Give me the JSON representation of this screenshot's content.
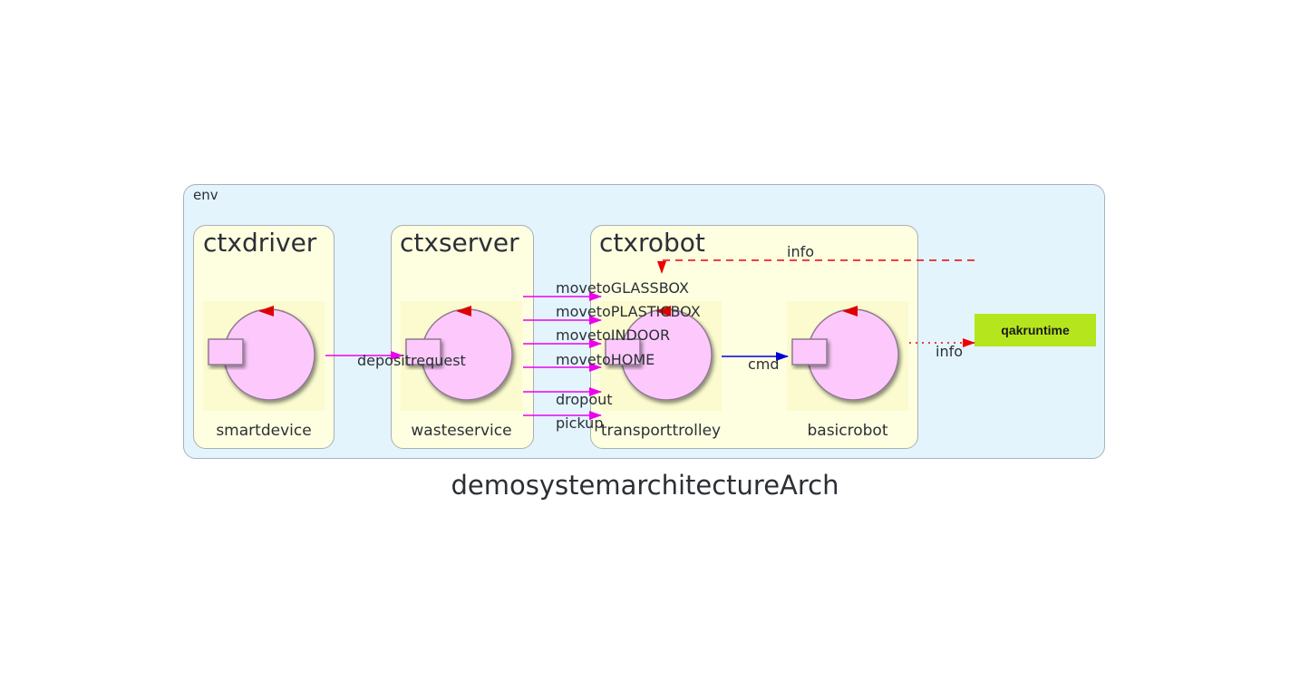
{
  "diagram": {
    "title": "demosystemarchitectureArch",
    "env_label": "env",
    "contexts": [
      {
        "name": "ctxdriver"
      },
      {
        "name": "ctxserver"
      },
      {
        "name": "ctxrobot"
      }
    ],
    "actors": [
      {
        "name": "smartdevice",
        "context": "ctxdriver"
      },
      {
        "name": "wasteservice",
        "context": "ctxserver"
      },
      {
        "name": "transporttrolley",
        "context": "ctxrobot"
      },
      {
        "name": "basicrobot",
        "context": "ctxrobot"
      }
    ],
    "external": {
      "name": "qakruntime"
    },
    "messages": [
      {
        "label": "depositrequest",
        "from": "smartdevice",
        "to": "wasteservice"
      },
      {
        "label": "movetoGLASSBOX",
        "from": "wasteservice",
        "to": "transporttrolley"
      },
      {
        "label": "movetoPLASTICBOX",
        "from": "wasteservice",
        "to": "transporttrolley"
      },
      {
        "label": "movetoINDOOR",
        "from": "wasteservice",
        "to": "transporttrolley"
      },
      {
        "label": "movetoHOME",
        "from": "wasteservice",
        "to": "transporttrolley"
      },
      {
        "label": "dropout",
        "from": "wasteservice",
        "to": "transporttrolley"
      },
      {
        "label": "pickup",
        "from": "wasteservice",
        "to": "transporttrolley"
      },
      {
        "label": "cmd",
        "from": "transporttrolley",
        "to": "basicrobot"
      },
      {
        "label": "info",
        "from": "basicrobot",
        "to": "qakruntime"
      },
      {
        "label": "info",
        "from": "qakruntime",
        "to": "transporttrolley"
      }
    ],
    "colors": {
      "dispatch": "#ee00ee",
      "request": "#0000dd",
      "event": "#ee0000",
      "actor_fill": "#fdc9fd",
      "runtime_fill": "#b5e61d"
    }
  }
}
